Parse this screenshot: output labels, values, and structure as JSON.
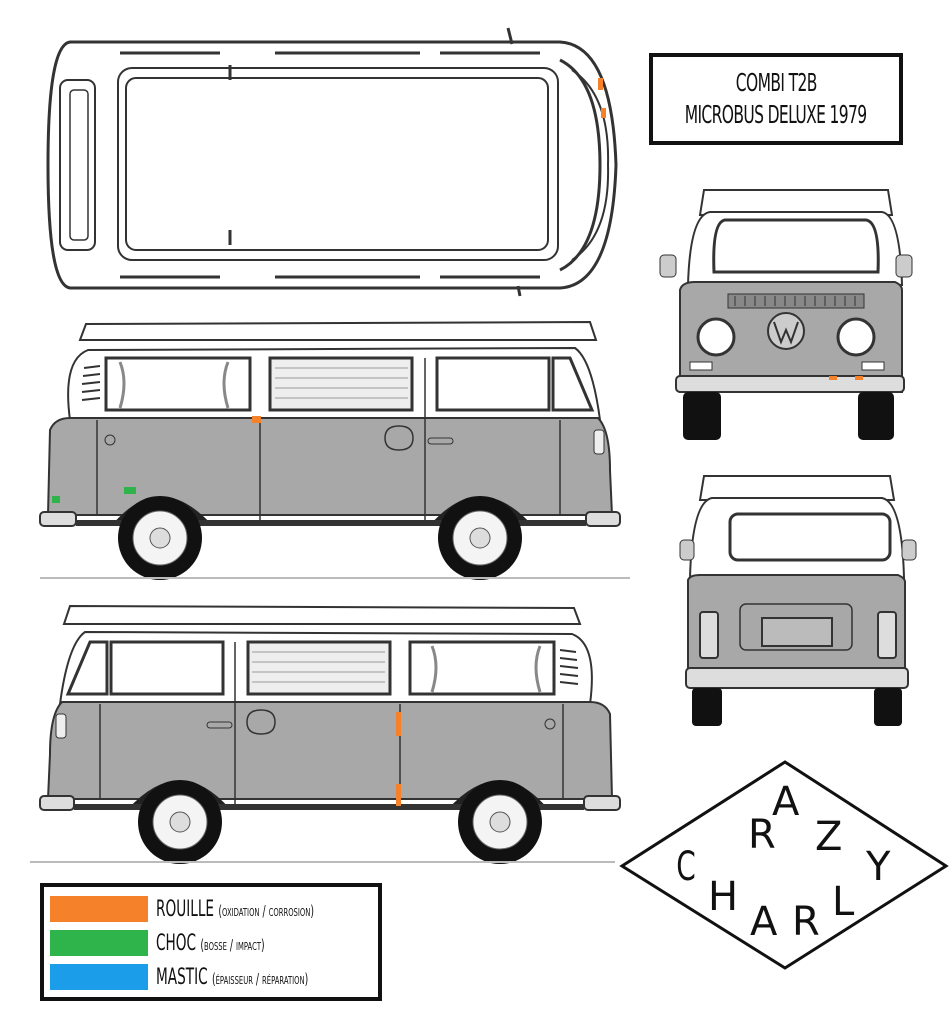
{
  "title": {
    "line1": "COMBI T2B",
    "line2": "MICROBUS DELUXE 1979"
  },
  "legend": [
    {
      "label": "ROUILLE",
      "detail": "(oxidation / corrosion)",
      "color": "#f5812b"
    },
    {
      "label": "CHOC",
      "detail": "(bosse / impact)",
      "color": "#2fb34b"
    },
    {
      "label": "MASTIC",
      "detail": "(épaisseur / réparation)",
      "color": "#1b9de9"
    }
  ],
  "logo": {
    "text": "CRAZY CHARLY"
  },
  "colors": {
    "body_gray": "#a8a8a8",
    "outline": "#333333"
  }
}
